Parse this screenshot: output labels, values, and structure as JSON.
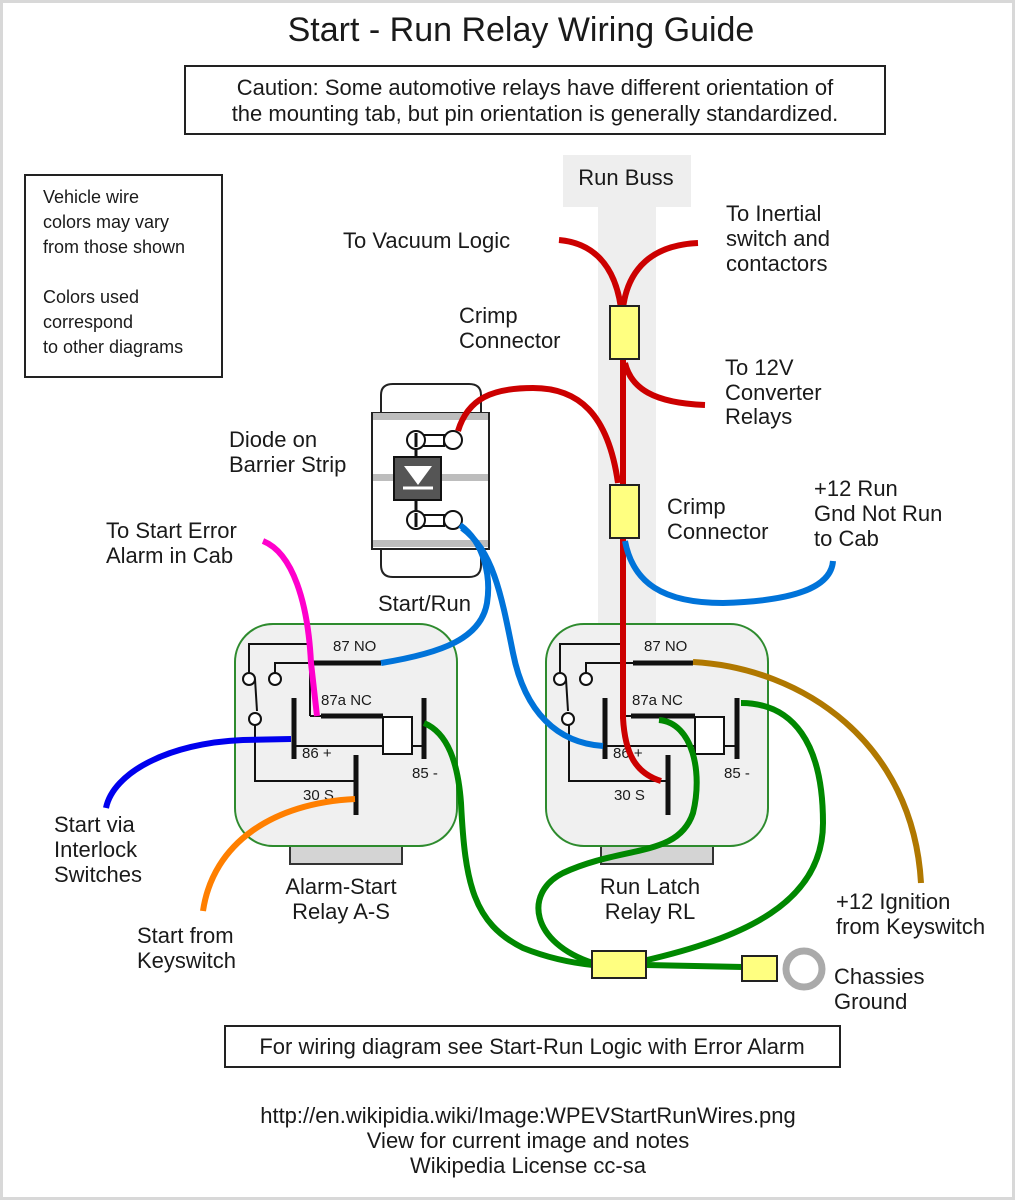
{
  "title": "Start - Run Relay Wiring Guide",
  "caution": {
    "line1": "Caution: Some automotive relays have different orientation of",
    "line2": "the mounting tab, but pin orientation is generally standardized."
  },
  "note_box": {
    "lines": [
      "Vehicle wire",
      "colors may vary",
      "from those shown",
      "",
      "Colors used",
      "correspond",
      "to other diagrams"
    ]
  },
  "run_buss": {
    "label": "Run Buss"
  },
  "labels": {
    "to_vacuum_logic": "To Vacuum Logic",
    "to_inertial": [
      "To Inertial",
      "switch and",
      "contactors"
    ],
    "crimp_connector_top": [
      "Crimp",
      "Connector"
    ],
    "to_12v_converter": [
      "To 12V",
      "Converter",
      "Relays"
    ],
    "crimp_connector_mid": [
      "Crimp",
      "Connector"
    ],
    "run_gnd": [
      "+12 Run",
      "Gnd Not Run",
      "to Cab"
    ],
    "diode": [
      "Diode on",
      "Barrier Strip"
    ],
    "start_run": "Start/Run",
    "start_error": [
      "To Start Error",
      "Alarm in Cab"
    ],
    "start_interlock": [
      "Start via",
      "Interlock",
      "Switches"
    ],
    "start_keyswitch": [
      "Start from",
      "Keyswitch"
    ],
    "ignition": [
      "+12 Ignition",
      "from Keyswitch"
    ],
    "chassis_ground": [
      "Chassies",
      "Ground"
    ]
  },
  "relays": [
    {
      "name": [
        "Alarm-Start",
        "Relay A-S"
      ],
      "pins": {
        "no": "87 NO",
        "nc": "87a NC",
        "coil_pos": "86 +",
        "coil_neg": "85 -",
        "common": "30 S"
      }
    },
    {
      "name": [
        "Run Latch",
        "Relay RL"
      ],
      "pins": {
        "no": "87 NO",
        "nc": "87a NC",
        "coil_pos": "86 +",
        "coil_neg": "85 -",
        "common": "30 S"
      }
    }
  ],
  "footer_box": "For wiring diagram see Start-Run Logic with Error Alarm",
  "credits": [
    "http://en.wikipidia.wiki/Image:WPEVStartRunWires.png",
    "View for current image and notes",
    "Wikipedia License cc-sa"
  ],
  "colors": {
    "red_wire": "#cc0000",
    "blue_wire": "#0000ee",
    "light_blue_wire": "#0073d9",
    "magenta_wire": "#ff00cc",
    "orange_wire": "#ff7f00",
    "green_wire": "#008800",
    "brown_wire": "#b07800",
    "connector_fill": "#ffff80",
    "buss_fill": "#eeeeee",
    "relay_fill": "#f0f0f0",
    "relay_border": "#2e8b2e",
    "ground_ring": "#aaaaaa"
  }
}
